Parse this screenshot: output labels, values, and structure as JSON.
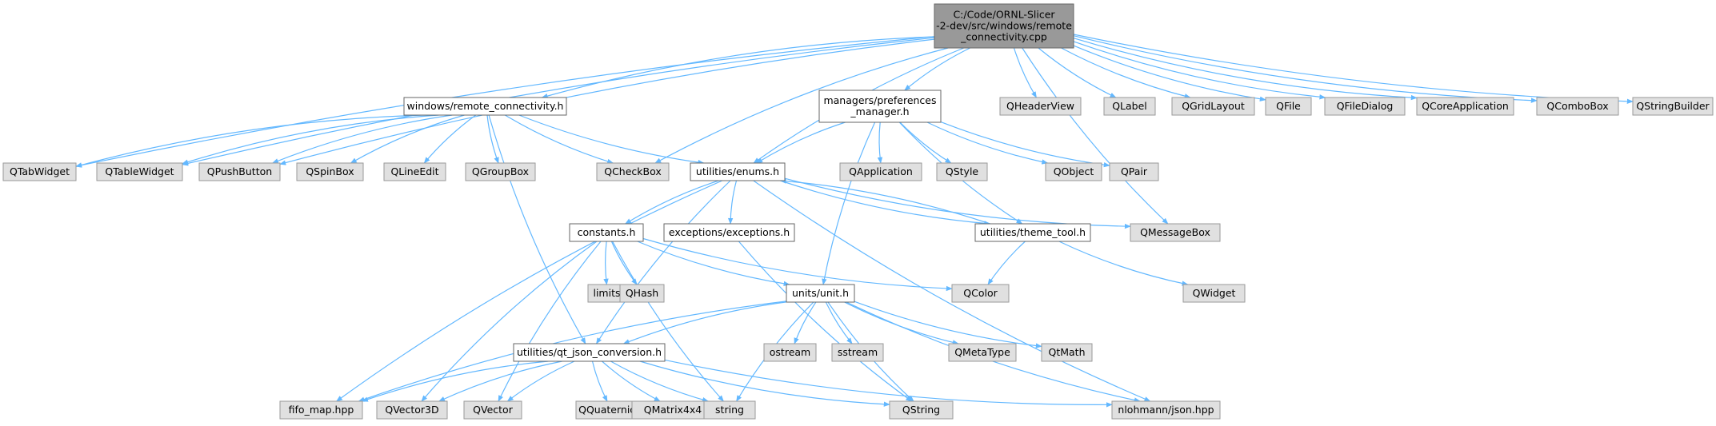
{
  "graph": {
    "colors": {
      "edge": "#63b8ff",
      "root_fill": "#999999",
      "root_stroke": "#666666",
      "file_fill": "#ffffff",
      "file_stroke": "#666666",
      "ext_fill": "#e0e0e0",
      "ext_stroke": "#999999"
    },
    "nodes": [
      {
        "id": "root",
        "label": [
          "C:/Code/ORNL-Slicer",
          "-2-dev/src/windows/remote",
          "_connectivity.cpp"
        ],
        "kind": "root"
      },
      {
        "id": "rc_h",
        "label": [
          "windows/remote_connectivity.h"
        ],
        "kind": "file"
      },
      {
        "id": "pref",
        "label": [
          "managers/preferences",
          "_manager.h"
        ],
        "kind": "file"
      },
      {
        "id": "enums",
        "label": [
          "utilities/enums.h"
        ],
        "kind": "file"
      },
      {
        "id": "const",
        "label": [
          "constants.h"
        ],
        "kind": "file"
      },
      {
        "id": "exc",
        "label": [
          "exceptions/exceptions.h"
        ],
        "kind": "file"
      },
      {
        "id": "theme",
        "label": [
          "utilities/theme_tool.h"
        ],
        "kind": "file"
      },
      {
        "id": "unit",
        "label": [
          "units/unit.h"
        ],
        "kind": "file"
      },
      {
        "id": "qjson",
        "label": [
          "utilities/qt_json_conversion.h"
        ],
        "kind": "file"
      },
      {
        "id": "QHeaderView",
        "label": [
          "QHeaderView"
        ],
        "kind": "ext"
      },
      {
        "id": "QLabel",
        "label": [
          "QLabel"
        ],
        "kind": "ext"
      },
      {
        "id": "QGridLayout",
        "label": [
          "QGridLayout"
        ],
        "kind": "ext"
      },
      {
        "id": "QFile",
        "label": [
          "QFile"
        ],
        "kind": "ext"
      },
      {
        "id": "QFileDialog",
        "label": [
          "QFileDialog"
        ],
        "kind": "ext"
      },
      {
        "id": "QCoreApplication",
        "label": [
          "QCoreApplication"
        ],
        "kind": "ext"
      },
      {
        "id": "QComboBox",
        "label": [
          "QComboBox"
        ],
        "kind": "ext"
      },
      {
        "id": "QStringBuilder",
        "label": [
          "QStringBuilder"
        ],
        "kind": "ext"
      },
      {
        "id": "QTabWidget",
        "label": [
          "QTabWidget"
        ],
        "kind": "ext"
      },
      {
        "id": "QTableWidget",
        "label": [
          "QTableWidget"
        ],
        "kind": "ext"
      },
      {
        "id": "QPushButton",
        "label": [
          "QPushButton"
        ],
        "kind": "ext"
      },
      {
        "id": "QSpinBox",
        "label": [
          "QSpinBox"
        ],
        "kind": "ext"
      },
      {
        "id": "QLineEdit",
        "label": [
          "QLineEdit"
        ],
        "kind": "ext"
      },
      {
        "id": "QGroupBox",
        "label": [
          "QGroupBox"
        ],
        "kind": "ext"
      },
      {
        "id": "QCheckBox",
        "label": [
          "QCheckBox"
        ],
        "kind": "ext"
      },
      {
        "id": "QApplication",
        "label": [
          "QApplication"
        ],
        "kind": "ext"
      },
      {
        "id": "QStyle",
        "label": [
          "QStyle"
        ],
        "kind": "ext"
      },
      {
        "id": "QObject",
        "label": [
          "QObject"
        ],
        "kind": "ext"
      },
      {
        "id": "QPair",
        "label": [
          "QPair"
        ],
        "kind": "ext"
      },
      {
        "id": "QMessageBox",
        "label": [
          "QMessageBox"
        ],
        "kind": "ext"
      },
      {
        "id": "limits",
        "label": [
          "limits"
        ],
        "kind": "ext"
      },
      {
        "id": "QHash",
        "label": [
          "QHash"
        ],
        "kind": "ext"
      },
      {
        "id": "QColor",
        "label": [
          "QColor"
        ],
        "kind": "ext"
      },
      {
        "id": "QWidget",
        "label": [
          "QWidget"
        ],
        "kind": "ext"
      },
      {
        "id": "ostream",
        "label": [
          "ostream"
        ],
        "kind": "ext"
      },
      {
        "id": "sstream",
        "label": [
          "sstream"
        ],
        "kind": "ext"
      },
      {
        "id": "QMetaType",
        "label": [
          "QMetaType"
        ],
        "kind": "ext"
      },
      {
        "id": "QtMath",
        "label": [
          "QtMath"
        ],
        "kind": "ext"
      },
      {
        "id": "fifo",
        "label": [
          "fifo_map.hpp"
        ],
        "kind": "ext"
      },
      {
        "id": "QVector3D",
        "label": [
          "QVector3D"
        ],
        "kind": "ext"
      },
      {
        "id": "QVector",
        "label": [
          "QVector"
        ],
        "kind": "ext"
      },
      {
        "id": "QQuaternion",
        "label": [
          "QQuaternion"
        ],
        "kind": "ext"
      },
      {
        "id": "QMatrix4x4",
        "label": [
          "QMatrix4x4"
        ],
        "kind": "ext"
      },
      {
        "id": "string",
        "label": [
          "string"
        ],
        "kind": "ext"
      },
      {
        "id": "QString",
        "label": [
          "QString"
        ],
        "kind": "ext"
      },
      {
        "id": "nlohmann",
        "label": [
          "nlohmann/json.hpp"
        ],
        "kind": "ext"
      }
    ],
    "edges": [
      [
        "root",
        "QTabWidget"
      ],
      [
        "root",
        "QTableWidget"
      ],
      [
        "root",
        "QPushButton"
      ],
      [
        "root",
        "rc_h"
      ],
      [
        "root",
        "QCheckBox"
      ],
      [
        "root",
        "enums"
      ],
      [
        "root",
        "pref"
      ],
      [
        "root",
        "QMessageBox"
      ],
      [
        "root",
        "QHeaderView"
      ],
      [
        "root",
        "QLabel"
      ],
      [
        "root",
        "QGridLayout"
      ],
      [
        "root",
        "QFile"
      ],
      [
        "root",
        "QFileDialog"
      ],
      [
        "root",
        "QCoreApplication"
      ],
      [
        "root",
        "QComboBox"
      ],
      [
        "root",
        "QStringBuilder"
      ],
      [
        "rc_h",
        "QTabWidget"
      ],
      [
        "rc_h",
        "QTableWidget"
      ],
      [
        "rc_h",
        "QPushButton"
      ],
      [
        "rc_h",
        "QSpinBox"
      ],
      [
        "rc_h",
        "QLineEdit"
      ],
      [
        "rc_h",
        "QGroupBox"
      ],
      [
        "rc_h",
        "QCheckBox"
      ],
      [
        "rc_h",
        "enums"
      ],
      [
        "rc_h",
        "qjson"
      ],
      [
        "pref",
        "enums"
      ],
      [
        "pref",
        "QApplication"
      ],
      [
        "pref",
        "QStyle"
      ],
      [
        "pref",
        "QObject"
      ],
      [
        "pref",
        "QPair"
      ],
      [
        "pref",
        "theme"
      ],
      [
        "pref",
        "unit"
      ],
      [
        "enums",
        "const"
      ],
      [
        "enums",
        "exc"
      ],
      [
        "enums",
        "theme"
      ],
      [
        "enums",
        "QMessageBox"
      ],
      [
        "enums",
        "fifo"
      ],
      [
        "enums",
        "qjson"
      ],
      [
        "enums",
        "nlohmann"
      ],
      [
        "theme",
        "enums"
      ],
      [
        "theme",
        "QColor"
      ],
      [
        "theme",
        "QWidget"
      ],
      [
        "const",
        "limits"
      ],
      [
        "const",
        "QHash"
      ],
      [
        "const",
        "unit"
      ],
      [
        "const",
        "QColor"
      ],
      [
        "const",
        "QVector3D"
      ],
      [
        "const",
        "QVector"
      ],
      [
        "const",
        "string"
      ],
      [
        "exc",
        "QString"
      ],
      [
        "unit",
        "qjson"
      ],
      [
        "unit",
        "ostream"
      ],
      [
        "unit",
        "sstream"
      ],
      [
        "unit",
        "QMetaType"
      ],
      [
        "unit",
        "QtMath"
      ],
      [
        "unit",
        "fifo"
      ],
      [
        "unit",
        "string"
      ],
      [
        "unit",
        "QString"
      ],
      [
        "unit",
        "nlohmann"
      ],
      [
        "qjson",
        "fifo"
      ],
      [
        "qjson",
        "QVector3D"
      ],
      [
        "qjson",
        "QVector"
      ],
      [
        "qjson",
        "QQuaternion"
      ],
      [
        "qjson",
        "QMatrix4x4"
      ],
      [
        "qjson",
        "string"
      ],
      [
        "qjson",
        "QString"
      ],
      [
        "qjson",
        "nlohmann"
      ]
    ]
  }
}
